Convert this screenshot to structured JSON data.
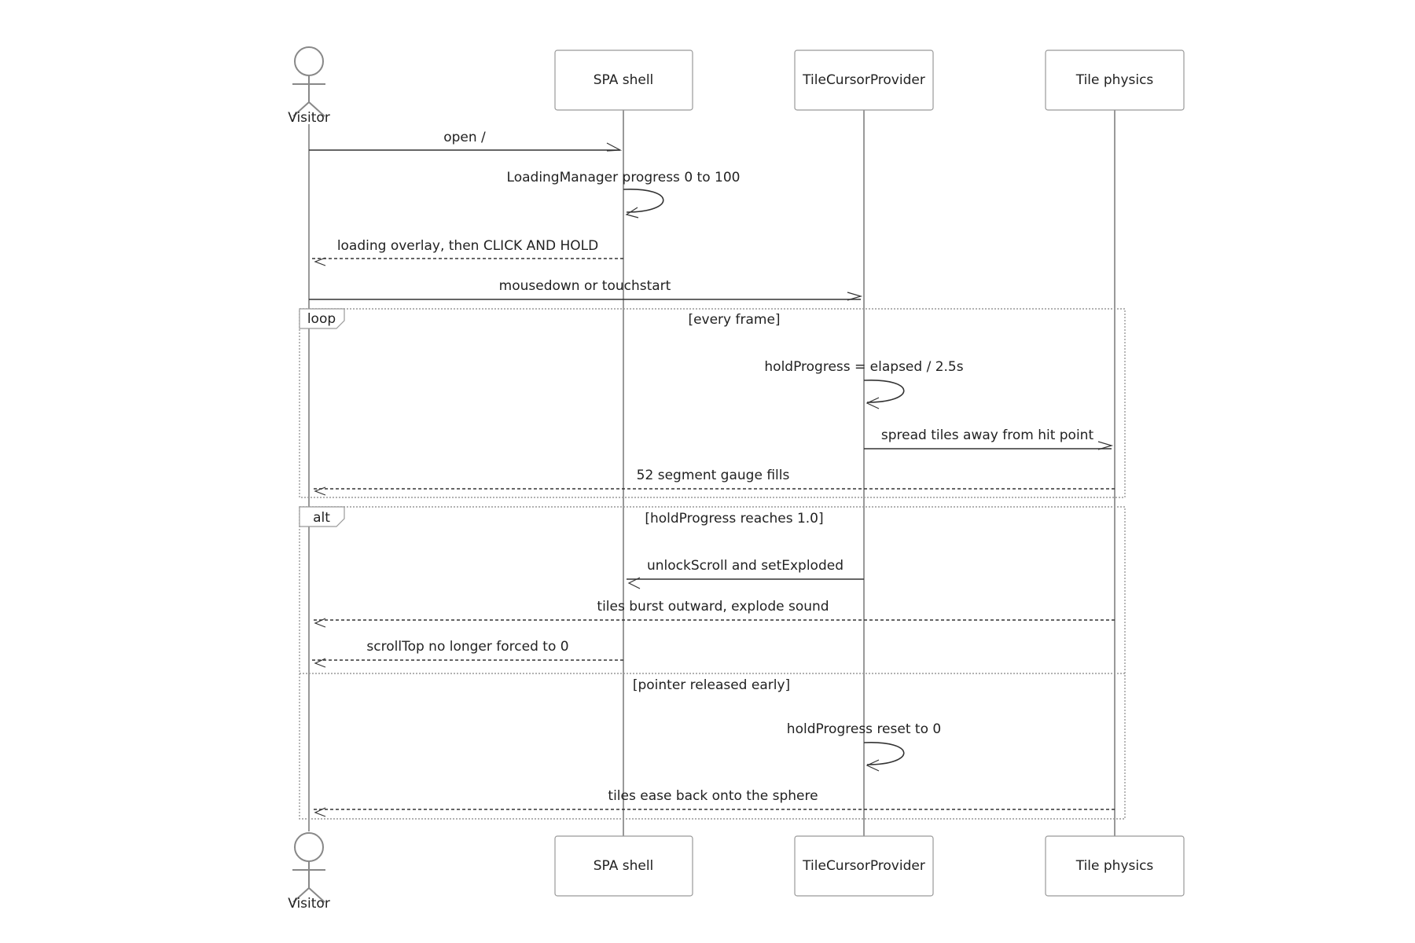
{
  "participants": {
    "visitor": {
      "label": "Visitor",
      "kind": "actor"
    },
    "spa": {
      "label": "SPA shell",
      "kind": "box"
    },
    "tcp": {
      "label": "TileCursorProvider",
      "kind": "box"
    },
    "physics": {
      "label": "Tile physics",
      "kind": "box"
    }
  },
  "messages": {
    "open": {
      "text": "open /",
      "from": "visitor",
      "to": "spa",
      "style": "solid"
    },
    "progress": {
      "text": "LoadingManager progress 0 to 100",
      "from": "spa",
      "to": "spa",
      "style": "self"
    },
    "overlay": {
      "text": "loading overlay, then CLICK AND HOLD",
      "from": "spa",
      "to": "visitor",
      "style": "dashed"
    },
    "mousedown": {
      "text": "mousedown or touchstart",
      "from": "visitor",
      "to": "tcp",
      "style": "solid"
    },
    "hold": {
      "text": "holdProgress = elapsed / 2.5s",
      "from": "tcp",
      "to": "tcp",
      "style": "self"
    },
    "spread": {
      "text": "spread tiles away from hit point",
      "from": "tcp",
      "to": "physics",
      "style": "solid"
    },
    "gauge": {
      "text": "52 segment gauge fills",
      "from": "physics",
      "to": "visitor",
      "style": "dashed"
    },
    "unlock": {
      "text": "unlockScroll and setExploded",
      "from": "tcp",
      "to": "spa",
      "style": "solid"
    },
    "burst": {
      "text": "tiles burst outward, explode sound",
      "from": "physics",
      "to": "visitor",
      "style": "dashed"
    },
    "scrolltop": {
      "text": "scrollTop no longer forced to 0",
      "from": "spa",
      "to": "visitor",
      "style": "dashed"
    },
    "reset": {
      "text": "holdProgress reset to 0",
      "from": "tcp",
      "to": "tcp",
      "style": "self"
    },
    "ease": {
      "text": "tiles ease back onto the sphere",
      "from": "physics",
      "to": "visitor",
      "style": "dashed"
    }
  },
  "fragments": {
    "loop": {
      "keyword": "loop",
      "condition": "[every frame]"
    },
    "alt": {
      "keyword": "alt",
      "condition": "[holdProgress reaches 1.0]",
      "else_condition": "[pointer released early]"
    }
  },
  "colors": {
    "line": "#999999",
    "arrow": "#333333",
    "text": "#222222",
    "background": "#ffffff"
  }
}
